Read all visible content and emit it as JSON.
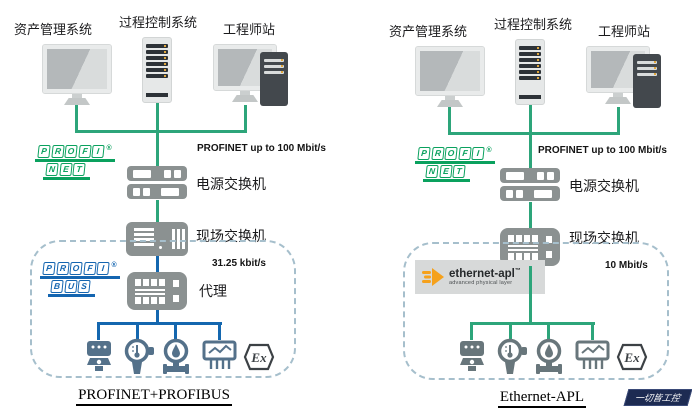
{
  "left": {
    "systems": [
      "资产管理系统",
      "过程控制系统",
      "工程师站"
    ],
    "backbone_speed": "PROFINET up to 100 Mbit/s",
    "power_switch": "电源交换机",
    "field_switch": "现场交换机",
    "segment_speed": "31.25 kbit/s",
    "proxy": "代理",
    "caption": "PROFINET+PROFIBUS"
  },
  "right": {
    "systems": [
      "资产管理系统",
      "过程控制系统",
      "工程师站"
    ],
    "backbone_speed": "PROFINET up to 100 Mbit/s",
    "power_switch": "电源交换机",
    "field_switch": "现场交换机",
    "segment_speed": "10 Mbit/s",
    "caption": "Ethernet-APL"
  },
  "logos": {
    "profinet": {
      "top": [
        "P",
        "R",
        "O",
        "F",
        "I"
      ],
      "bottom": [
        "N",
        "E",
        "T"
      ],
      "reg": "®"
    },
    "profibus": {
      "top": [
        "P",
        "R",
        "O",
        "F",
        "I"
      ],
      "bottom": [
        "B",
        "U",
        "S"
      ],
      "reg": "®"
    },
    "ethernet_apl": {
      "name": "ethernet-apl",
      "tm": "™",
      "subtitle": "advanced physical layer"
    }
  },
  "ex_marking": "Ex",
  "watermark": "一切皆工控",
  "colors": {
    "profinet_green": "#0aa15e",
    "profibus_blue": "#1465b0",
    "line_green": "#2da57a",
    "line_blue": "#1467af",
    "device_gray": "#8b9191",
    "apl_orange": "#f5a11c"
  }
}
